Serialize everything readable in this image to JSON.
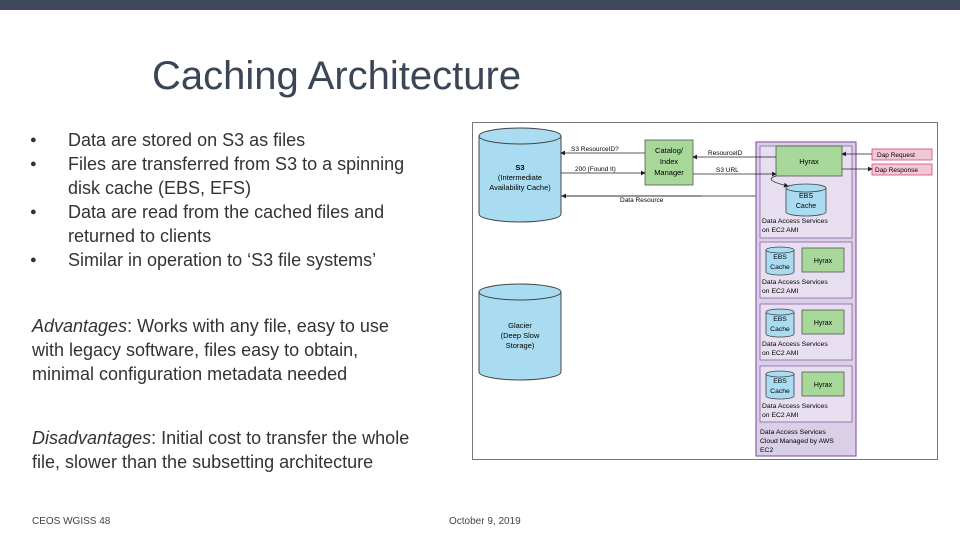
{
  "slide": {
    "title": "Caching Architecture",
    "bullets": [
      "Data are stored on S3 as files",
      "Files are transferred from S3 to a spinning disk cache (EBS, EFS)",
      "Data are read from the cached files and returned to clients",
      "Similar in operation to ‘S3 file systems’"
    ],
    "advantages": {
      "label": "Advantages",
      "text": ": Works with any file, easy to use with legacy software, files easy to obtain, minimal configuration metadata needed"
    },
    "disadvantages": {
      "label": "Disadvantages",
      "text": ": Initial cost to transfer the whole file, slower than the subsetting architecture"
    },
    "footer_left": "CEOS WGISS 48",
    "footer_right": "October 9, 2019"
  },
  "diagram": {
    "s3": [
      "S3",
      "(Intermediate",
      "Availability Cache)"
    ],
    "glacier": [
      "Glacier",
      "(Deep Slow",
      "Storage)"
    ],
    "catalog": [
      "Catalog/",
      "Index",
      "Manager"
    ],
    "arrow_resource_id_q": "S3 ResourceID?",
    "arrow_found": "200 (Found It)",
    "arrow_data_resource": "Data Resource",
    "arrow_resource_id": "ResourceID",
    "arrow_s3_url": "S3 URL",
    "dap_request": "Dap Request",
    "dap_response": "Dap Response",
    "hyrax": "Hyrax",
    "ebs": "EBS",
    "cache": "Cache",
    "das_label_1": "Data Access Services",
    "das_label_2": "on EC2 AMI",
    "cloud_label_1": "Data Access Services",
    "cloud_label_2": "Cloud Managed by AWS",
    "cloud_label_3": "EC2"
  },
  "colors": {
    "cylinder": "#a9dcf0",
    "green": "#a8d79a",
    "panel": "#d9cfe7",
    "panel_border": "#8b5fa8",
    "dap_box": "#f3c7d5",
    "dap_border": "#d04a70",
    "title": "#3a4556",
    "topbar": "#3e4a5c"
  }
}
